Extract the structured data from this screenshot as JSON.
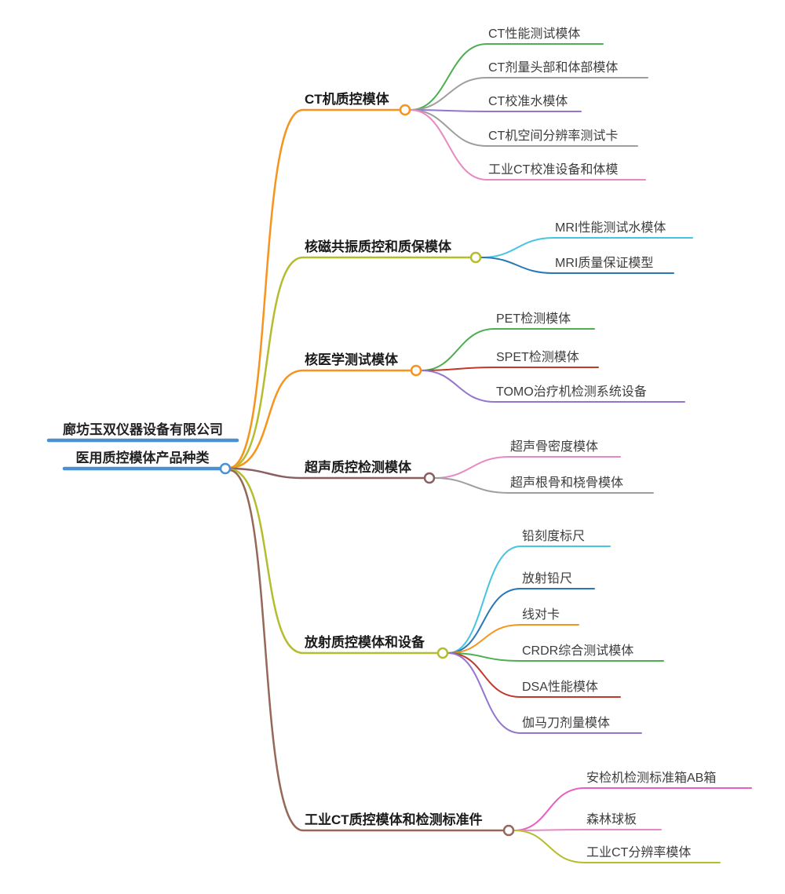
{
  "root": {
    "line1": "廊坊玉双仪器设备有限公司",
    "line2": "医用质控模体产品种类",
    "color": "#4a90d2"
  },
  "branches": [
    {
      "label": "CT机质控模体",
      "color": "#f7941e",
      "children": [
        {
          "label": "CT性能测试模体",
          "color": "#4caf50"
        },
        {
          "label": "CT剂量头部和体部模体",
          "color": "#9e9e9e"
        },
        {
          "label": "CT校准水模体",
          "color": "#9575cd"
        },
        {
          "label": "CT机空间分辨率测试卡",
          "color": "#9e9e9e"
        },
        {
          "label": "工业CT校准设备和体模",
          "color": "#e78ac3"
        }
      ]
    },
    {
      "label": "核磁共振质控和质保模体",
      "color": "#b5bd2f",
      "children": [
        {
          "label": "MRI性能测试水模体",
          "color": "#45c5e0"
        },
        {
          "label": "MRI质量保证模型",
          "color": "#2878b8"
        }
      ]
    },
    {
      "label": "核医学测试模体",
      "color": "#f7941e",
      "children": [
        {
          "label": "PET检测模体",
          "color": "#4caf50"
        },
        {
          "label": "SPET检测模体",
          "color": "#c0392b"
        },
        {
          "label": "TOMO治疗机检测系统设备",
          "color": "#9575cd"
        }
      ]
    },
    {
      "label": "超声质控检测模体",
      "color": "#8a5f5f",
      "children": [
        {
          "label": "超声骨密度模体",
          "color": "#e78ac3"
        },
        {
          "label": "超声根骨和桡骨模体",
          "color": "#9e9e9e"
        }
      ]
    },
    {
      "label": "放射质控模体和设备",
      "color": "#b5bd2f",
      "children": [
        {
          "label": "铅刻度标尺",
          "color": "#45c5e0"
        },
        {
          "label": "放射铅尺",
          "color": "#2878b8"
        },
        {
          "label": "线对卡",
          "color": "#f7941e"
        },
        {
          "label": "CRDR综合测试模体",
          "color": "#4caf50"
        },
        {
          "label": "DSA性能模体",
          "color": "#c0392b"
        },
        {
          "label": "伽马刀剂量模体",
          "color": "#9575cd"
        }
      ]
    },
    {
      "label": "工业CT质控模体和检测标准件",
      "color": "#96685a",
      "children": [
        {
          "label": "安检机检测标准箱AB箱",
          "color": "#e85fc0"
        },
        {
          "label": "森林球板",
          "color": "#e78ac3"
        },
        {
          "label": "工业CT分辨率模体",
          "color": "#b5bd2f"
        }
      ]
    }
  ]
}
